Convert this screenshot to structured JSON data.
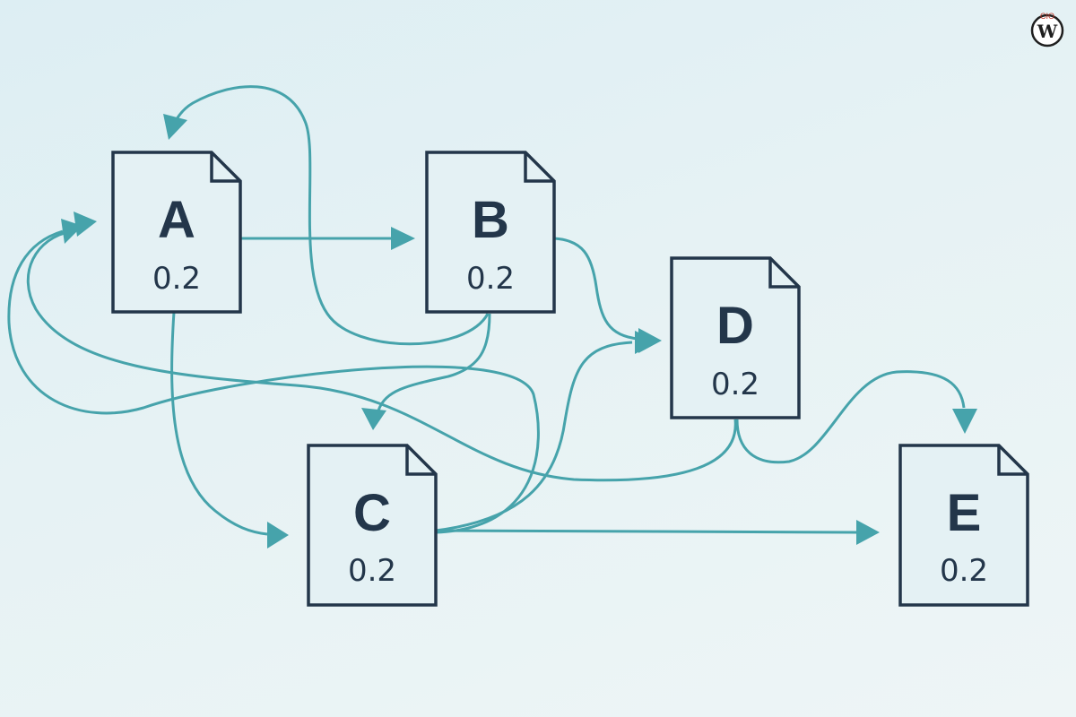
{
  "diagram": {
    "nodes": [
      {
        "id": "A",
        "label": "A",
        "score": "0.2"
      },
      {
        "id": "B",
        "label": "B",
        "score": "0.2"
      },
      {
        "id": "C",
        "label": "C",
        "score": "0.2"
      },
      {
        "id": "D",
        "label": "D",
        "score": "0.2"
      },
      {
        "id": "E",
        "label": "E",
        "score": "0.2"
      }
    ],
    "edges": [
      {
        "from": "A",
        "to": "B"
      },
      {
        "from": "A",
        "to": "C"
      },
      {
        "from": "B",
        "to": "A"
      },
      {
        "from": "B",
        "to": "C"
      },
      {
        "from": "B",
        "to": "D"
      },
      {
        "from": "C",
        "to": "A"
      },
      {
        "from": "C",
        "to": "D"
      },
      {
        "from": "C",
        "to": "E"
      },
      {
        "from": "D",
        "to": "A"
      },
      {
        "from": "D",
        "to": "E"
      }
    ],
    "colors": {
      "edge": "#46a3ab",
      "node_stroke": "#23364a",
      "text": "#23364a"
    }
  },
  "logo": {
    "top_text": "CIO",
    "letter": "W"
  }
}
